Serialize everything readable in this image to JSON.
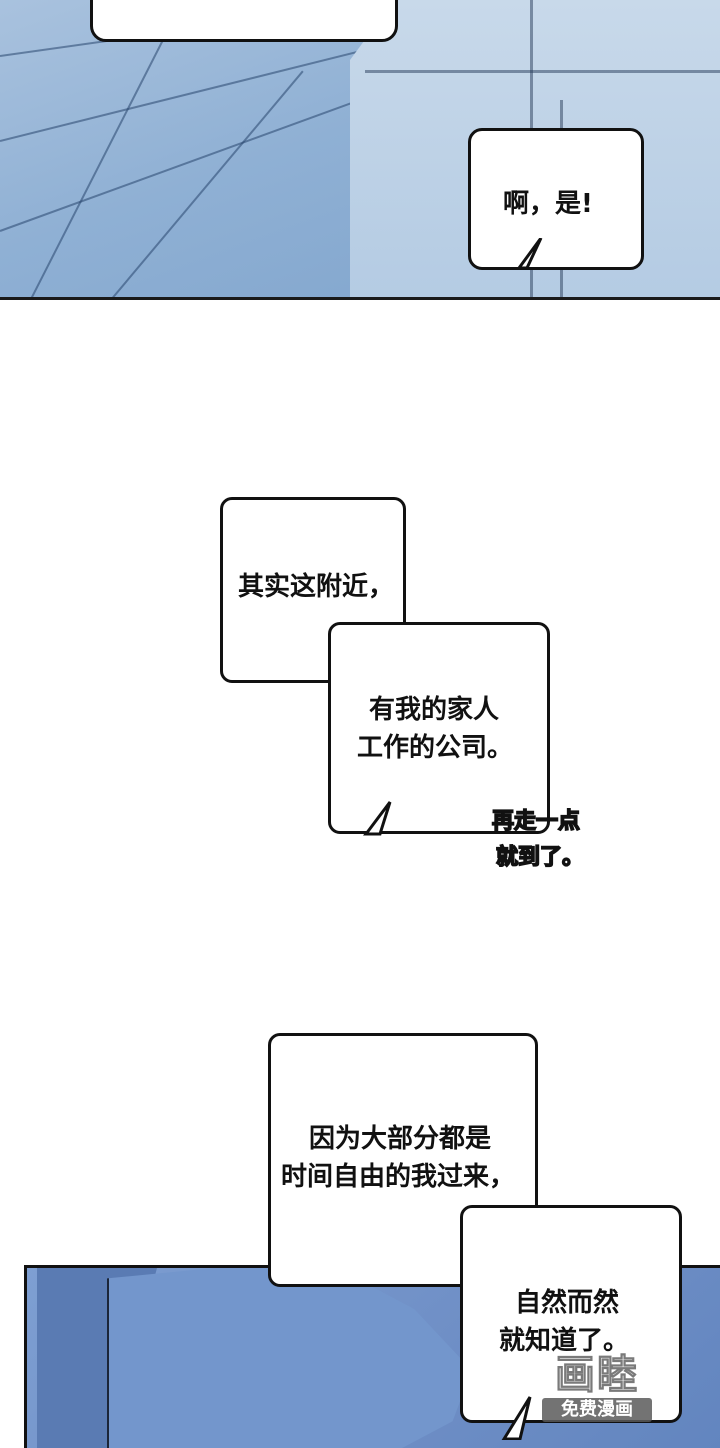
{
  "bubbles": {
    "b1": "啊，是!",
    "b2_line1": "其实这附近，",
    "b2_line2": "有我的家人",
    "b2_line3": "工作的公司。",
    "b3_line1": "因为大部分都是",
    "b3_line2": "时间自由的我过来，",
    "b3_line3": "自然而然",
    "b3_line4": "就知道了。"
  },
  "sfx": {
    "line1": "再走一点",
    "line2": "就到了。"
  },
  "watermark": {
    "logo": "画睦",
    "caption": "免费漫画"
  },
  "colors": {
    "panel_blue": "#8fb0d4",
    "ink": "#111111"
  }
}
